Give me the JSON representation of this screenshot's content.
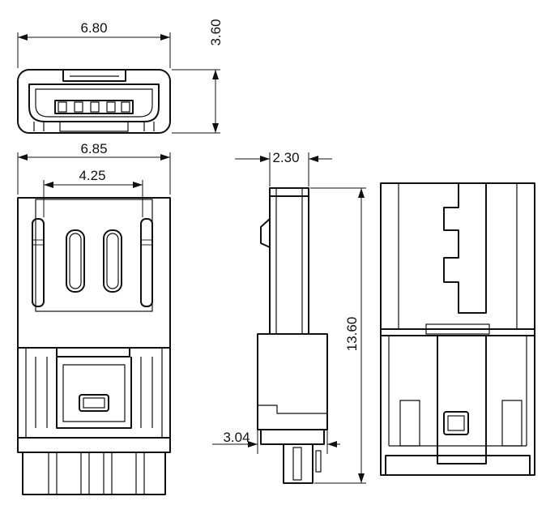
{
  "dimensions": {
    "top_width": "6.80",
    "top_height": "3.60",
    "front_width": "6.85",
    "slot_spacing": "4.25",
    "side_thickness": "2.30",
    "total_length": "13.60",
    "tail_width": "3.04"
  }
}
